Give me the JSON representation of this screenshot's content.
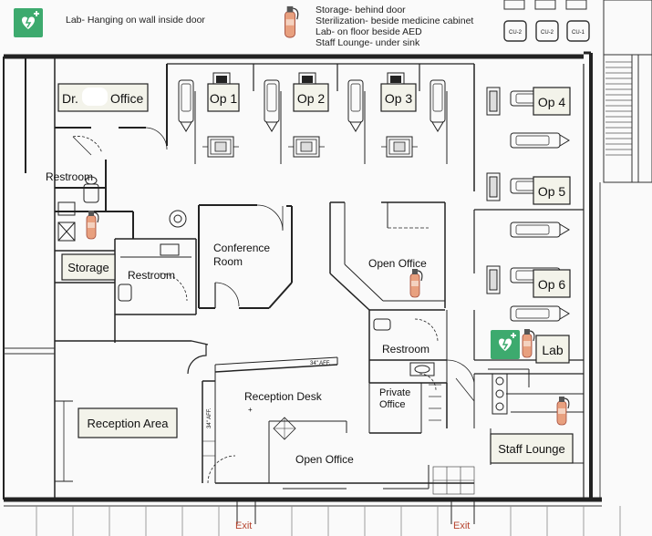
{
  "legend": {
    "aed_note": "Lab- Hanging on wall inside door",
    "extinguisher_notes": [
      "Storage- behind door",
      "Sterilization- beside medicine cabinet",
      "Lab- on floor beside AED",
      "Staff Lounge- under sink"
    ],
    "utility_labels": [
      "CU-2",
      "CU-2",
      "CU-1"
    ]
  },
  "rooms": {
    "dr_office_prefix": "Dr.",
    "dr_office_suffix": "Office",
    "op1": "Op 1",
    "op2": "Op 2",
    "op3": "Op 3",
    "op4": "Op 4",
    "op5": "Op 5",
    "op6": "Op 6",
    "restroom_1": "Restroom",
    "restroom_2": "Restroom",
    "restroom_3": "Restroom",
    "storage": "Storage",
    "conference_line1": "Conference",
    "conference_line2": "Room",
    "open_office_1": "Open Office",
    "open_office_2": "Open Office",
    "lab": "Lab",
    "reception_desk": "Reception Desk",
    "private_office_line1": "Private",
    "private_office_line2": "Office",
    "reception_area": "Reception Area",
    "staff_lounge": "Staff Lounge"
  },
  "dimensions": {
    "dim_1": "34\" AFF.",
    "dim_2": "34\" AFF."
  },
  "exits": [
    "Exit",
    "Exit"
  ],
  "colors": {
    "aed_green": "#3daa6e",
    "extinguisher_red": "#d9614e",
    "extinguisher_body": "#e8a07f",
    "label_fill": "#f3f3ea",
    "wall": "#222222"
  }
}
